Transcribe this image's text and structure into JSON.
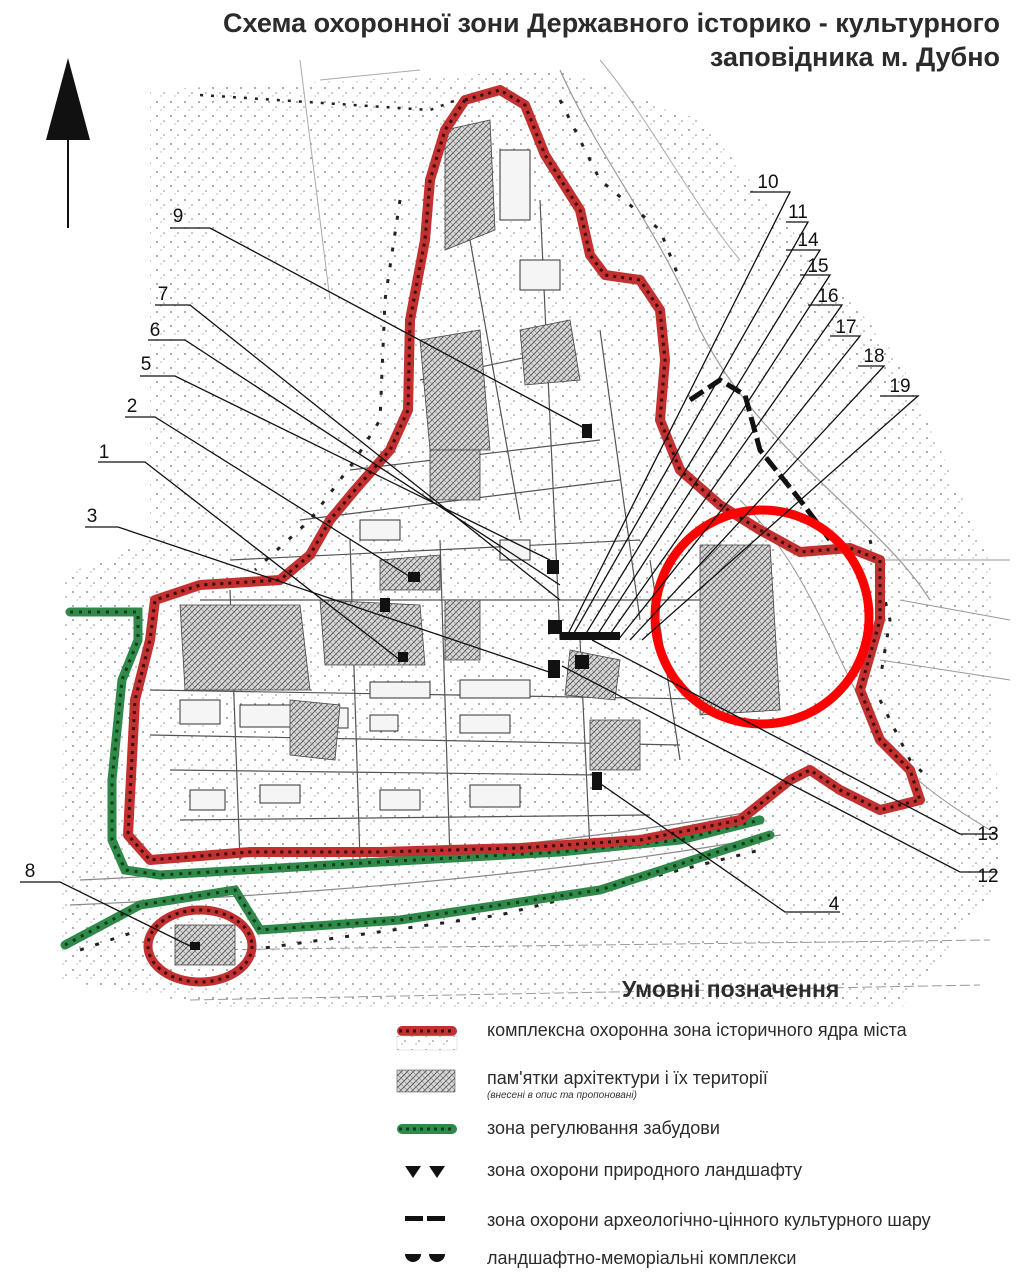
{
  "title": {
    "line1": "Схема охоронної зони Державного історико - культурного",
    "line2": "заповідника м. Дубно"
  },
  "colors": {
    "complex_zone": "#c23030",
    "regulation_zone": "#2f8a4a",
    "highlight_circle": "#ff0000",
    "ink": "#222222"
  },
  "callouts": [
    "1",
    "2",
    "3",
    "4",
    "5",
    "6",
    "7",
    "8",
    "9",
    "10",
    "11",
    "12",
    "13",
    "14",
    "15",
    "16",
    "17",
    "18",
    "19"
  ],
  "legend": {
    "title": "Умовні позначення",
    "items": [
      {
        "label": "комплексна охоронна зона історичного ядра міста",
        "symbol": "red-dotted-band"
      },
      {
        "label": "пам'ятки архітектури і їх території",
        "sublabel": "(внесені в опис та пропоновані)",
        "symbol": "hatched-block"
      },
      {
        "label": "зона регулювання забудови",
        "symbol": "green-dotted-band"
      },
      {
        "label": "зона охорони природного ландшафту",
        "symbol": "triangle-pair"
      },
      {
        "label": "зона охорони археологічно-цінного культурного шару",
        "symbol": "dash-pair"
      },
      {
        "label": "ландшафтно-меморіальні комплекси",
        "symbol": "half-disc-pair"
      }
    ]
  }
}
